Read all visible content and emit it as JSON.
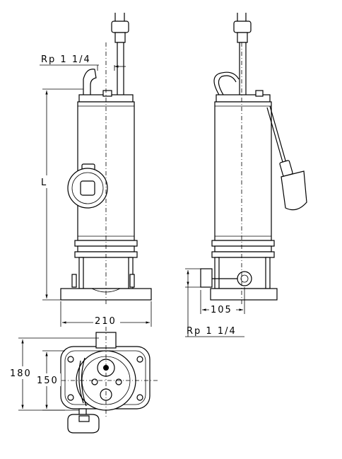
{
  "labels": {
    "rp_top": "Rp 1 1/4",
    "rp_bottom": "Rp 1 1/4",
    "length": "L",
    "width_210": "210",
    "depth_105": "105",
    "height_180": "180",
    "height_150": "150"
  }
}
